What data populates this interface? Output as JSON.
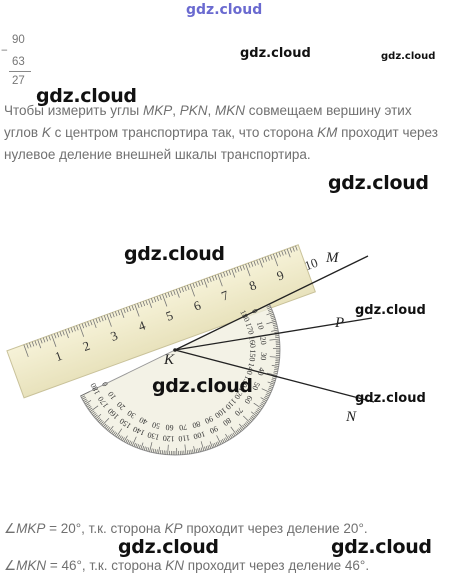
{
  "site_title": "gdz.cloud",
  "watermark": "gdz.cloud",
  "calc": {
    "minuend": "90",
    "subtrahend": "63",
    "result": "27",
    "op": "−"
  },
  "intro": {
    "t1": "Чтобы измерить углы ",
    "a1": "MKP",
    "t2": ", ",
    "a2": "PKN",
    "t3": ", ",
    "a3": "MKN",
    "t4": " совмещаем вершину этих углов ",
    "v": "K",
    "t5": " с центром транспортира так, что сторона ",
    "s": "KM",
    "t6": " проходит через нулевое деление внешней шкалы транспортира."
  },
  "figure": {
    "ruler_labels": [
      "1",
      "2",
      "3",
      "4",
      "5",
      "6",
      "7",
      "8",
      "9",
      "10"
    ],
    "point_labels": {
      "M": "M",
      "P": "P",
      "K": "K",
      "N": "N"
    },
    "inner_scale": [
      "0",
      "10",
      "20",
      "30",
      "40",
      "50",
      "60",
      "70",
      "80",
      "90",
      "100",
      "110",
      "120",
      "130",
      "140",
      "150",
      "160",
      "170",
      "180"
    ],
    "outer_scale": [
      "180",
      "170",
      "160",
      "150",
      "140",
      "130",
      "120",
      "110",
      "100",
      "90",
      "80",
      "70",
      "60",
      "50",
      "40",
      "30",
      "20",
      "10",
      "0"
    ]
  },
  "answers": [
    {
      "sym": "∠",
      "angle": "MKP",
      "eq": " = 20°, т.к. сторона ",
      "side": "KP",
      "tail": " проходит через деление 20°."
    },
    {
      "sym": "∠",
      "angle": "MKN",
      "eq": " = 46°, т.к. сторона ",
      "side": "KN",
      "tail": " проходит через деление 46°."
    }
  ]
}
